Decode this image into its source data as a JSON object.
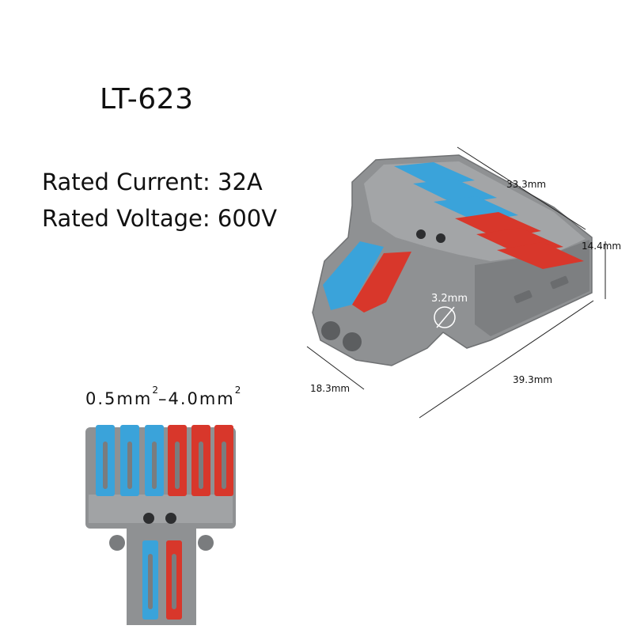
{
  "product": {
    "model": "LT-623",
    "rated_current": "Rated Current: 32A",
    "rated_voltage": "Rated Voltage: 600V",
    "wire_range_a": "0.5mm",
    "wire_range_b": "4.0mm",
    "wire_range_sep": "–",
    "wire_range_exp": "2"
  },
  "dimensions": {
    "width_top": "33.3mm",
    "height": "14.4mm",
    "length": "39.3mm",
    "depth": "18.3mm",
    "hole": "3.2mm"
  },
  "colors": {
    "body": "#8f9193",
    "blue": "#3aa3da",
    "red": "#d8372b"
  }
}
